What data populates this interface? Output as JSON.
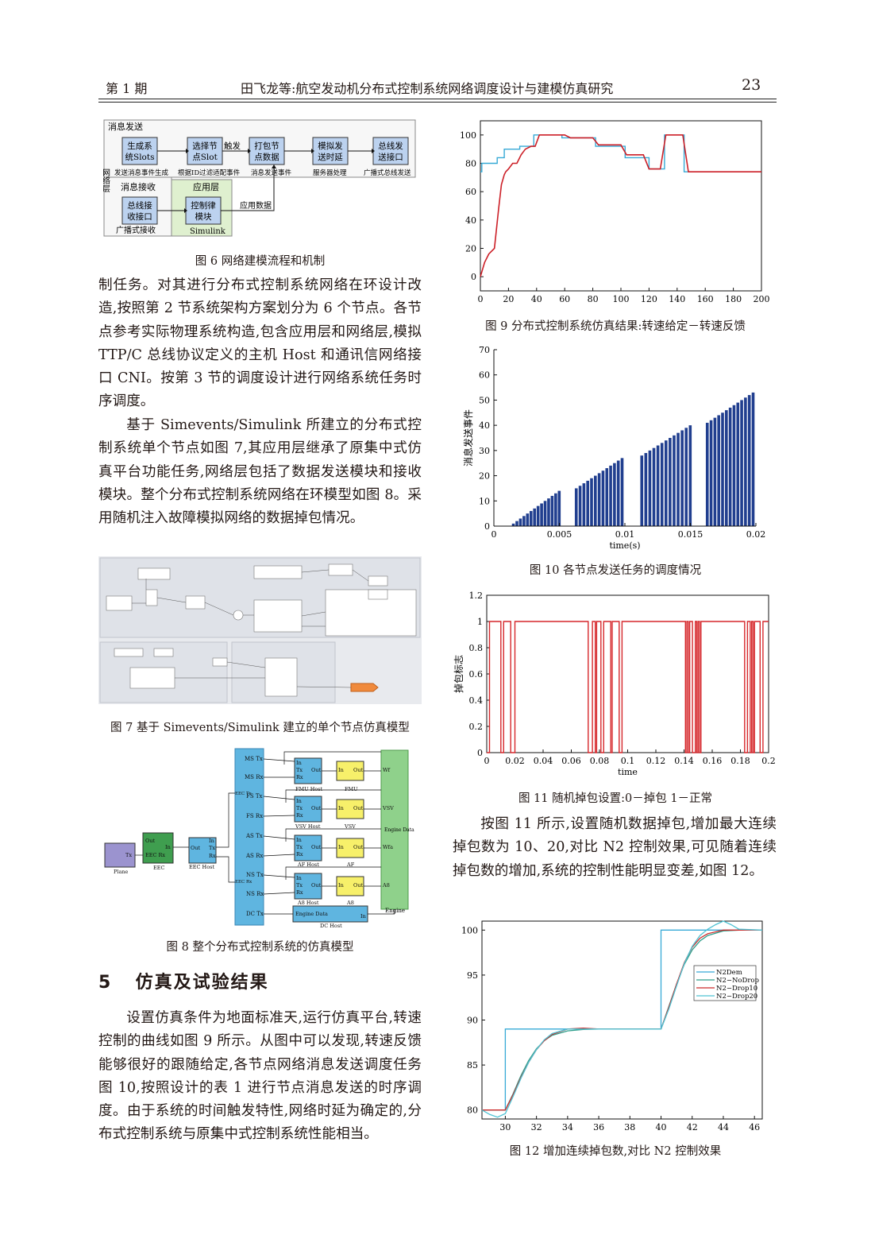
{
  "header": {
    "issue": "第 1 期",
    "title": "田飞龙等:航空发动机分布式控制系统网络调度设计与建模仿真研究",
    "page": "23"
  },
  "fig6": {
    "caption": "图 6   网络建模流程和机制",
    "send_label": "消息发送",
    "net_label": "网络层",
    "recv_label": "消息接收",
    "app_label": "应用层",
    "boxes": [
      "生成系统Slots",
      "选择节点Slot",
      "打包节点数据",
      "模拟发送时延",
      "总线发送接口",
      "总线接收接口",
      "控制律模块"
    ],
    "sublabels": [
      "发送消息事件生成",
      "根据ID过滤适配事件",
      "消息发送事件",
      "服务器处理",
      "广播式总线发送",
      "广播式接收",
      "Simulink"
    ],
    "arrow_labels": [
      "触发",
      "应用数据"
    ]
  },
  "para1": "制任务。对其进行分布式控制系统网络在环设计改造,按照第 2 节系统架构方案划分为 6 个节点。各节点参考实际物理系统构造,包含应用层和网络层,模拟 TTP/C 总线协议定义的主机 Host 和通讯信网络接口 CNI。按第 3 节的调度设计进行网络系统任务时序调度。",
  "para2": "基于 Simevents/Simulink 所建立的分布式控制系统单个节点如图 7,其应用层继承了原集中式仿真平台功能任务,网络层包括了数据发送模块和接收模块。整个分布式控制系统网络在环模型如图 8。采用随机注入故障模拟网络的数据掉包情况。",
  "fig7": {
    "caption": "图 7   基于 Simevents/Simulink 建立的单个节点仿真模型"
  },
  "fig8": {
    "caption": "图 8   整个分布式控制系统的仿真模型",
    "bus_ports": [
      "MS Tx",
      "MS Rx",
      "FS Tx",
      "FS Rx",
      "AS Tx",
      "AS Rx",
      "NS Tx",
      "NS Rx",
      "DC Tx"
    ],
    "hosts": [
      "FMU Host",
      "VSV Host",
      "AF Host",
      "A8 Host"
    ],
    "apps": [
      "FMU",
      "VSV",
      "AF",
      "A8"
    ],
    "outputs": [
      "Wf",
      "VSV",
      "Wfa",
      "A8"
    ],
    "plane": "Plane",
    "plane_port": "Tx",
    "eec": "EEC",
    "eec_ports": [
      "Out",
      "In",
      "EEC Rx"
    ],
    "eec_host": "EEC Host",
    "eec_host_ports": [
      "In",
      "Out",
      "Tx",
      "Rx"
    ],
    "eec_tx": "EEC Tx",
    "eec_rx": "EEC Rx",
    "port_in": "In",
    "port_tx": "Tx",
    "port_rx": "Rx",
    "port_out": "Out",
    "engine": "Engine",
    "engine_data": "Engine Data",
    "dc_host": "DC Host"
  },
  "section": {
    "number": "5",
    "title": "仿真及试验结果"
  },
  "para3": "设置仿真条件为地面标准天,运行仿真平台,转速控制的曲线如图 9 所示。从图中可以发现,转速反馈能够很好的跟随给定,各节点网络消息发送调度任务图 10,按照设计的表 1 进行节点消息发送的时序调度。由于系统的时间触发特性,网络时延为确定的,分布式控制系统与原集中式控制系统性能相当。",
  "para4": "按图 11 所示,设置随机数据掉包,增加最大连续掉包数为 10、20,对比 N2 控制效果,可见随着连续掉包数的增加,系统的控制性能明显变差,如图 12。",
  "colors": {
    "cmd": "#36a9d6",
    "fb": "#cc1f27",
    "bar": "#213f8f",
    "drop": "#d6272b",
    "n2dem": "#36a9d6",
    "nodrop": "#2e9e8a",
    "drop10": "#cc2a2a",
    "drop20": "#4fc3d4"
  },
  "chart_data": [
    {
      "type": "line",
      "caption": "图 9   分布式控制系统仿真结果:转速给定－转速反馈",
      "xlim": [
        0,
        200
      ],
      "ylim": [
        -10,
        110
      ],
      "xticks": [
        0,
        20,
        40,
        60,
        80,
        100,
        120,
        140,
        160,
        180,
        200
      ],
      "yticks": [
        0,
        20,
        40,
        60,
        80,
        100
      ],
      "series": [
        {
          "x": [
            0,
            1,
            1,
            12,
            12,
            17,
            17,
            28,
            28,
            38,
            38,
            58,
            58,
            82,
            82,
            103,
            103,
            120,
            120,
            131,
            131,
            145,
            145,
            200
          ],
          "y": [
            74,
            74,
            80,
            80,
            84,
            84,
            90,
            90,
            92,
            92,
            100,
            100,
            98,
            98,
            92,
            92,
            84,
            84,
            76,
            76,
            100,
            100,
            74,
            74
          ]
        },
        {
          "x": [
            0,
            3,
            6,
            10,
            13,
            15,
            17,
            18,
            20,
            23,
            26,
            29,
            32,
            36,
            39,
            42,
            52,
            60,
            64,
            80,
            84,
            100,
            104,
            116,
            120,
            128,
            132,
            144,
            148,
            160,
            200
          ],
          "y": [
            0,
            10,
            16,
            20,
            48,
            65,
            72,
            74,
            76,
            80,
            80,
            86,
            90,
            92,
            92,
            100,
            100,
            100,
            98,
            98,
            93,
            93,
            86,
            86,
            76,
            76,
            100,
            100,
            74,
            74,
            74
          ]
        }
      ]
    },
    {
      "type": "bar",
      "caption": "图 10   各节点发送任务的调度情况",
      "xlabel": "time(s)",
      "ylabel": "消息发送事件",
      "xlim": [
        0,
        0.02
      ],
      "ylim": [
        0,
        70
      ],
      "xticks": [
        "0",
        "0.005",
        "0.01",
        "0.015",
        "0.02"
      ],
      "yticks": [
        0,
        10,
        20,
        30,
        40,
        50,
        60,
        70
      ],
      "groups": [
        {
          "start": 1,
          "end": 14,
          "t0": 0.0015,
          "t1": 0.005
        },
        {
          "start": 15,
          "end": 27,
          "t0": 0.0063,
          "t1": 0.0098
        },
        {
          "start": 28,
          "end": 40,
          "t0": 0.0113,
          "t1": 0.015
        },
        {
          "start": 41,
          "end": 53,
          "t0": 0.0163,
          "t1": 0.0198
        }
      ]
    },
    {
      "type": "line",
      "caption": "图 11   随机掉包设置:0－掉包   1－正常",
      "xlabel": "time",
      "ylabel": "掉包标志",
      "xlim": [
        0,
        0.2
      ],
      "ylim": [
        0,
        1.2
      ],
      "xticks": [
        "0",
        "0.02",
        "0.04",
        "0.06",
        "0.08",
        "0.1",
        "0.12",
        "0.14",
        "0.16",
        "0.18",
        "0.2"
      ],
      "yticks": [
        "0",
        "0.2",
        "0.4",
        "0.6",
        "0.8",
        "1",
        "1.2"
      ],
      "drops": [
        [
          0,
          0.002
        ],
        [
          0.01,
          0.012
        ],
        [
          0.017,
          0.02
        ],
        [
          0.072,
          0.075
        ],
        [
          0.077,
          0.078
        ],
        [
          0.081,
          0.083
        ],
        [
          0.088,
          0.089
        ],
        [
          0.094,
          0.096
        ],
        [
          0.141,
          0.142
        ],
        [
          0.143,
          0.144
        ],
        [
          0.146,
          0.148
        ],
        [
          0.149,
          0.15
        ],
        [
          0.151,
          0.152
        ],
        [
          0.183,
          0.185
        ],
        [
          0.187,
          0.188
        ],
        [
          0.189,
          0.19
        ],
        [
          0.194,
          0.196
        ]
      ]
    },
    {
      "type": "line",
      "caption": "图 12   增加连续掉包数,对比 N2 控制效果",
      "xlim": [
        28.5,
        46.5
      ],
      "ylim": [
        79,
        101
      ],
      "xticks": [
        30,
        32,
        34,
        36,
        38,
        40,
        42,
        44,
        46
      ],
      "yticks": [
        80,
        85,
        90,
        95,
        100
      ],
      "legend": [
        "N2Dem",
        "N2−NoDrop",
        "N2−Drop10",
        "N2−Drop20"
      ],
      "legend_position": "right",
      "series": [
        {
          "name": "N2Dem",
          "x": [
            28.5,
            30,
            30,
            40,
            40,
            46.5
          ],
          "y": [
            80,
            80,
            89,
            89,
            100,
            100
          ]
        },
        {
          "name": "N2−NoDrop",
          "x": [
            28.5,
            30,
            30.5,
            31,
            31.5,
            32,
            32.5,
            33,
            34,
            35,
            36,
            38,
            40,
            40.5,
            41,
            41.5,
            42,
            42.5,
            43,
            44,
            45,
            46.5
          ],
          "y": [
            80,
            80,
            81.8,
            83.8,
            85.5,
            86.8,
            87.7,
            88.3,
            88.8,
            88.95,
            89,
            89,
            89,
            91.5,
            94,
            96.2,
            97.8,
            98.8,
            99.4,
            99.9,
            100,
            100
          ]
        },
        {
          "name": "N2−Drop10",
          "x": [
            28.5,
            30,
            30.5,
            31,
            31.5,
            32,
            32.5,
            33,
            34,
            35,
            36,
            38,
            40,
            40.5,
            41,
            41.5,
            42,
            42.5,
            43,
            44,
            45,
            46.5
          ],
          "y": [
            80,
            80,
            81.7,
            83.6,
            85.3,
            86.7,
            87.7,
            88.4,
            89.0,
            89.1,
            89.0,
            89,
            89,
            91.4,
            94.0,
            96.4,
            98.1,
            99.1,
            99.6,
            100.0,
            100,
            100
          ]
        },
        {
          "name": "N2−Drop20",
          "x": [
            28.5,
            29,
            29.5,
            30,
            30.5,
            31,
            31.5,
            32,
            32.5,
            33,
            34,
            35,
            36,
            38,
            40,
            40.5,
            41,
            41.5,
            42,
            42.5,
            43,
            43.5,
            44,
            44.5,
            45,
            46.5
          ],
          "y": [
            80,
            79.5,
            79.2,
            79.6,
            81.5,
            83.5,
            85.3,
            86.7,
            87.8,
            88.5,
            89.0,
            89.0,
            89,
            89,
            89,
            91.2,
            93.8,
            96.3,
            98.2,
            99.4,
            100.1,
            100.6,
            101.0,
            100.6,
            100.1,
            100
          ]
        }
      ]
    }
  ]
}
